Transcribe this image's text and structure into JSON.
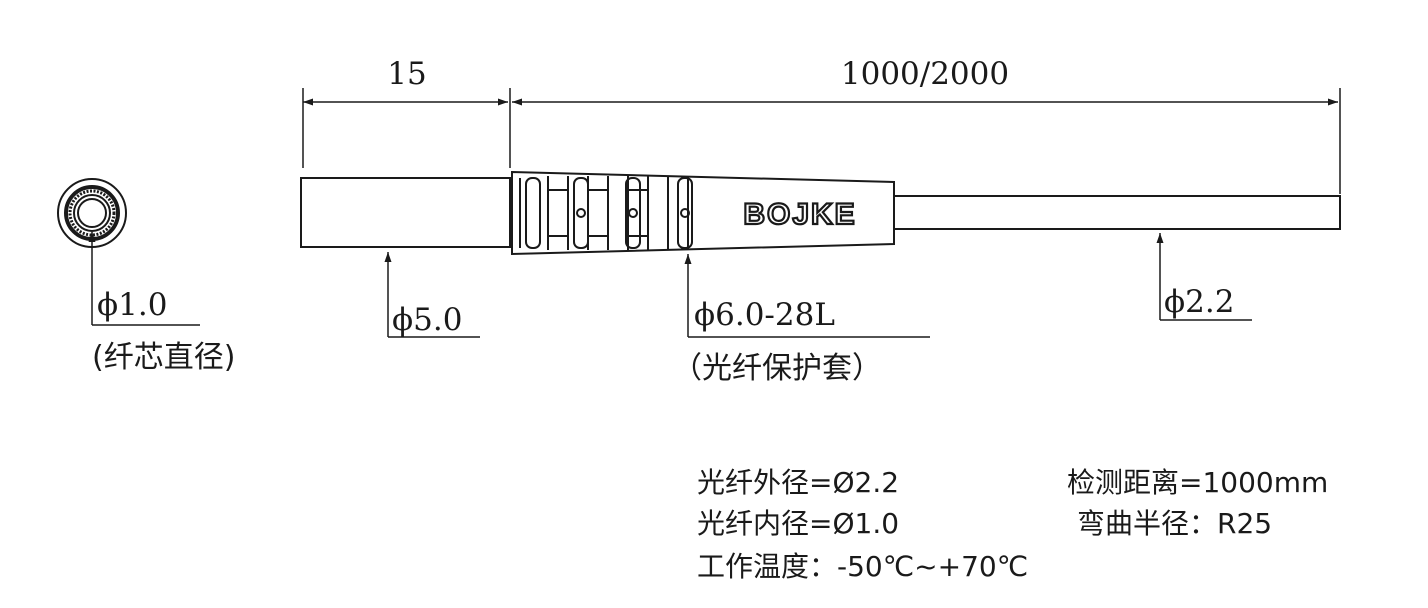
{
  "dimensions": {
    "connector_length": "15",
    "fiber_length": "1000/2000"
  },
  "callouts": {
    "core_diameter": "ϕ1.0",
    "core_note": "(纤芯直径)",
    "connector_diameter": "ϕ5.0",
    "sleeve_spec": "ϕ6.0-28L",
    "sleeve_note": "（光纤保护套）",
    "fiber_diameter": "ϕ2.2"
  },
  "brand": "BOJKE",
  "specs": {
    "outer_diameter": "光纤外径=Ø2.2",
    "inner_diameter": "光纤内径=Ø1.0",
    "temperature": "工作温度：-50℃~+70℃",
    "distance": "检测距离=1000mm",
    "bend_radius": "弯曲半径：R25"
  },
  "colors": {
    "line": "#1a1a1a",
    "background": "#ffffff"
  }
}
